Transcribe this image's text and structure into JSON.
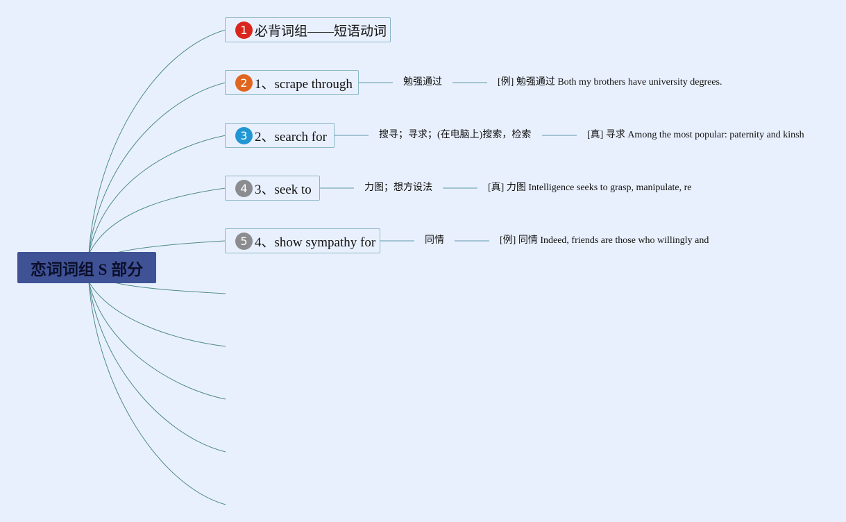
{
  "root": {
    "title": "恋词词组 S 部分"
  },
  "branches": [
    {
      "badge": "1",
      "label": "必背词组——短语动词",
      "meaning": "",
      "example": ""
    },
    {
      "badge": "2",
      "label": "1、scrape through",
      "meaning": "勉强通过",
      "example": "[例] 勉强通过 Both my brothers have university degrees."
    },
    {
      "badge": "3",
      "label": "2、search for",
      "meaning": "搜寻；寻求；(在电脑上)搜索，检索",
      "example": "[真] 寻求 Among the most popular: paternity and kinsh"
    },
    {
      "badge": "4",
      "label": "3、seek to",
      "meaning": "力图；想方设法",
      "example": "[真] 力图 Intelligence seeks to grasp, manipulate, re"
    },
    {
      "badge": "5",
      "label": "4、show sympathy for",
      "meaning": "同情",
      "example": "[例] 同情 Indeed, friends are those who willingly and"
    }
  ],
  "colors": {
    "background": "#e9f0fd",
    "root_fill": "#3f5296",
    "link": "#4e8a8e",
    "node_border": "#8ab6c6",
    "badge_1": "#d9261c",
    "badge_2": "#e0661f",
    "badge_3": "#2196d3",
    "badge_4": "#8a8c8f",
    "badge_5": "#8a8c8f"
  }
}
